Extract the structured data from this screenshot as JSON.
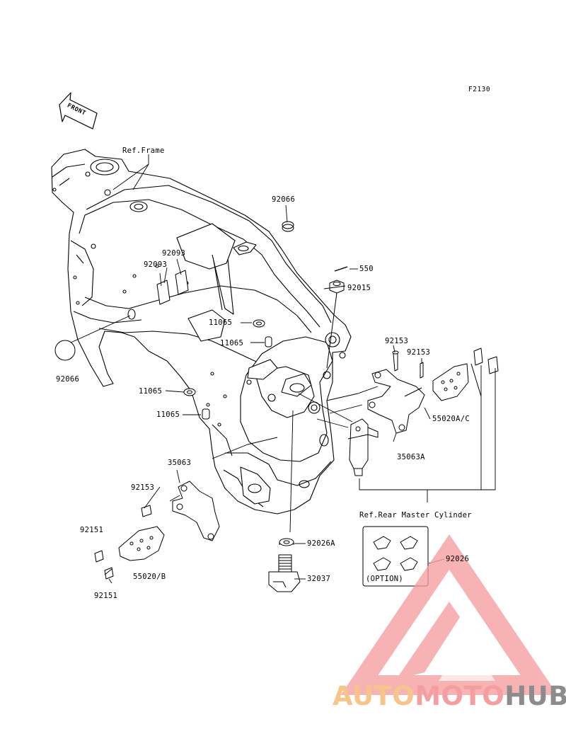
{
  "diagram_code": "F2130",
  "front_arrow": "FRONT",
  "labels": {
    "ref_frame": "Ref.Frame",
    "l_92066_top": "92066",
    "l_92093_a": "92093",
    "l_92093_b": "92093",
    "l_550": "550",
    "l_92015": "92015",
    "l_11065_a": "11065",
    "l_11065_b": "11065",
    "l_92066_left": "92066",
    "l_92153_a": "92153",
    "l_92153_b": "92153",
    "l_11065_c": "11065",
    "l_11065_d": "11065",
    "l_55020ac": "55020A/C",
    "l_35063a": "35063A",
    "l_35063": "35063",
    "l_92153_c": "92153",
    "ref_master": "Ref.Rear Master Cylinder",
    "l_92151_a": "92151",
    "l_92026a": "92026A",
    "l_92026": "92026",
    "l_55020b": "55020/B",
    "l_32037": "32037",
    "l_92151_b": "92151",
    "option": "(OPTION)"
  },
  "watermark": {
    "part1": "AUTO",
    "part2": "MOTO",
    "part3": "HUB",
    "color_orange": "#f7c48a",
    "color_red": "#f59ea0",
    "color_gray": "#8c8c8c"
  }
}
